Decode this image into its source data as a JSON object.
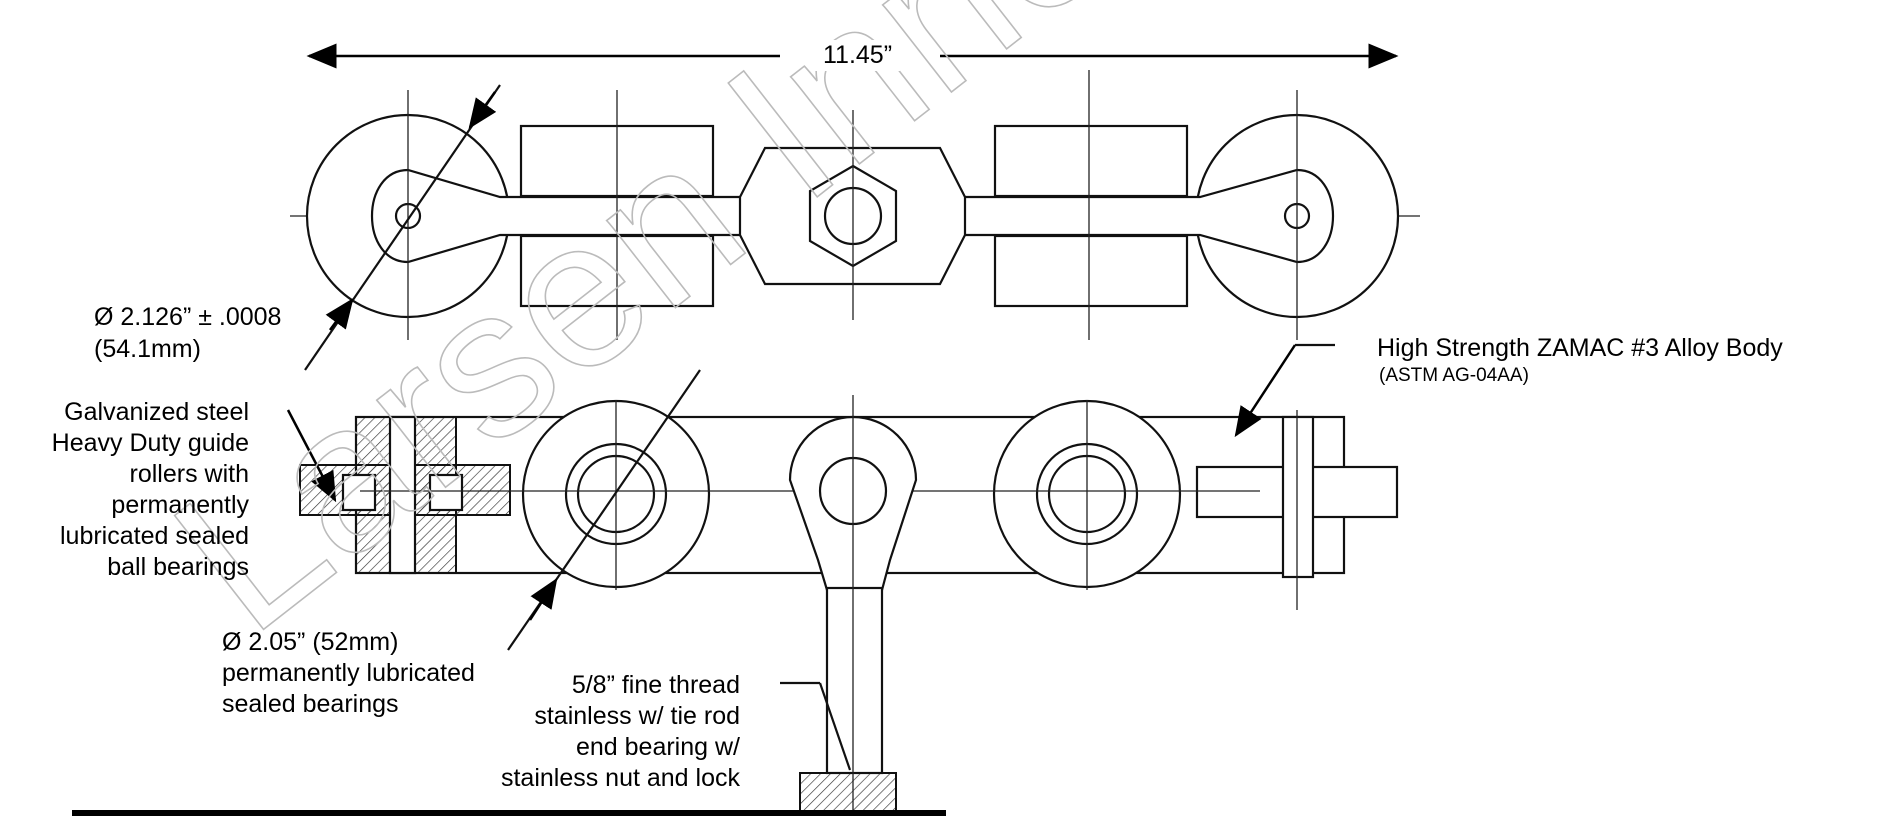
{
  "dimension": {
    "overall_length": "11.45”"
  },
  "labels": {
    "outer_diameter": "Ø 2.126” ± .0008",
    "outer_diameter_mm": "(54.1mm)",
    "body": "High Strength ZAMAC #3 Alloy Body",
    "body_spec": "(ASTM AG-04AA)",
    "guide_rollers": [
      "Galvanized steel",
      "Heavy Duty guide",
      "rollers with",
      "permanently",
      "lubricated sealed",
      "ball bearings"
    ],
    "wheel_diameter": "Ø 2.05” (52mm)",
    "wheel_bearings": [
      "permanently lubricated",
      "sealed bearings"
    ],
    "rod": [
      "5/8” fine thread",
      "stainless w/ tie rod",
      "end bearing w/",
      "stainless nut and lock"
    ]
  },
  "watermark": "Larsen Innovations"
}
